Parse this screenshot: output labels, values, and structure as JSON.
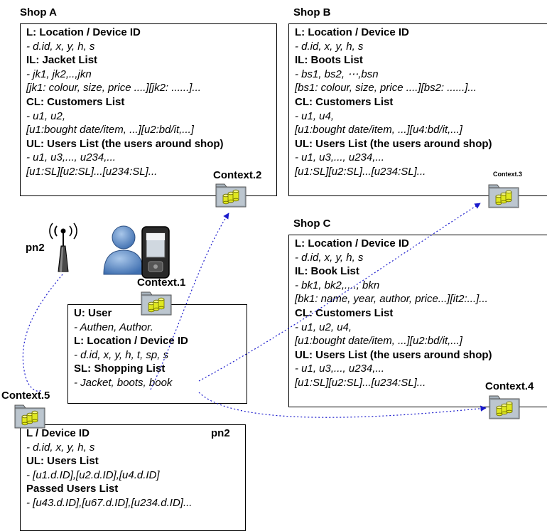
{
  "shopA": {
    "title": "Shop A",
    "lines": [
      "L: Location / Device ID",
      "- d.id, x, y, h, s",
      "IL: Jacket List",
      "- jk1, jk2,..,jkn",
      "[jk1: colour, size, price ....][jk2: ......]...",
      "CL: Customers List",
      "- u1, u2,",
      "[u1:bought date/item, ...][u2:bd/it,...]",
      "UL: Users List (the users around shop)",
      "- u1, u3,..., u234,...",
      "[u1:SL][u2:SL]...[u234:SL]..."
    ]
  },
  "shopB": {
    "title": "Shop B",
    "lines": [
      "L: Location / Device ID",
      "- d.id, x, y, h, s",
      "IL: Boots List",
      "- bs1, bs2, ⋯,bsn",
      "[bs1: colour, size, price ....][bs2: ......]...",
      "CL: Customers List",
      "- u1, u4,",
      "[u1:bought date/item, ...][u4:bd/it,...]",
      "UL: Users List (the users around shop)",
      "- u1, u3,..., u234,...",
      "[u1:SL][u2:SL]...[u234:SL]..."
    ]
  },
  "shopC": {
    "title": "Shop C",
    "lines": [
      "L: Location / Device ID",
      "- d.id, x, y, h, s",
      "IL: Book List",
      "- bk1, bk2,...., bkn",
      "[bk1: name, year, author, price...][it2:...]...",
      "CL: Customers List",
      "- u1, u2, u4,",
      "[u1:bought date/item, ...][u2:bd/it,...]",
      "UL: Users List (the users around shop)",
      "- u1, u3,..., u234,...",
      "[u1:SL][u2:SL]...[u234:SL]..."
    ]
  },
  "user": {
    "lines": [
      "U: User",
      "- Authen, Author.",
      "L: Location / Device ID",
      "- d.id, x, y, h, t, sp, s",
      "SL: Shopping List",
      "- Jacket, boots, book"
    ]
  },
  "pn2box": {
    "title": "L / Device ID",
    "tag": "pn2",
    "lines": [
      "- d.id, x, y, h, s",
      "UL: Users List",
      "- [u1.d.ID],[u2.d.ID],[u4.d.ID]",
      "Passed Users List",
      "- [u43.d.ID],[u67.d.ID],[u234.d.ID]..."
    ]
  },
  "contexts": {
    "c1": "Context.1",
    "c2": "Context.2",
    "c3": "Context.3",
    "c4": "Context.4",
    "c5": "Context.5"
  },
  "antenna_label": "pn2",
  "icons": [
    "folder-database-icon",
    "antenna-icon",
    "user-icon",
    "mobile-phone-icon"
  ],
  "colors": {
    "arrow": "#1a1acc",
    "folder": "#a8b3bd",
    "cylinder": "#e0e820"
  }
}
